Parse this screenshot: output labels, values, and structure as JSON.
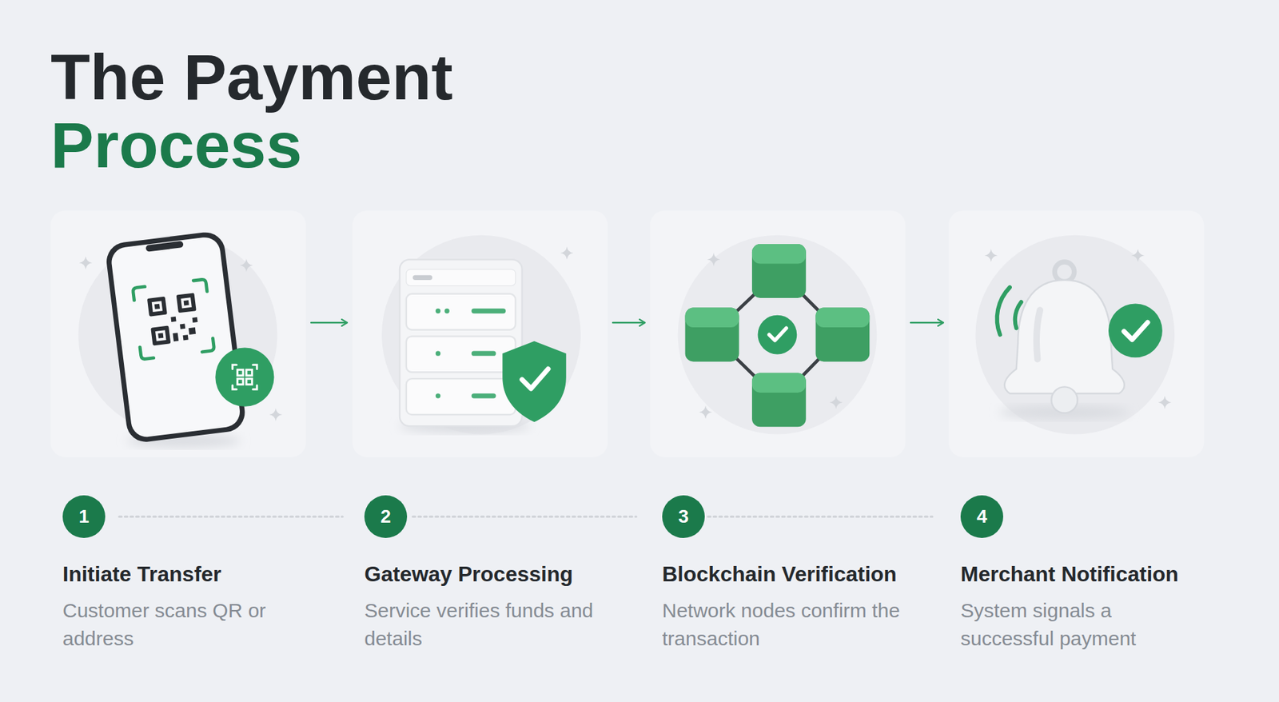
{
  "diagram": {
    "title": "The Payment",
    "nodes": [
      {
        "text": [
          "1",
          "Initiate Transfer",
          "Customer scans QR or address"
        ]
      },
      {
        "text": [
          "2",
          "Gateway Processing",
          "Service verifies funds and details"
        ]
      },
      {
        "text": [
          "3",
          "Blockchain Verification",
          "Network nodes confirm the transaction"
        ]
      },
      {
        "text": [
          "4",
          "Merchant Notification",
          "System signals a successful payment"
        ]
      }
    ],
    "edges": [
      {
        "from": 0,
        "to": 1,
        "arrow": "to"
      },
      {
        "from": 1,
        "to": 2,
        "arrow": "to"
      },
      {
        "from": 2,
        "to": 3,
        "arrow": "to"
      }
    ],
    "labels": [
      "Process"
    ]
  }
}
